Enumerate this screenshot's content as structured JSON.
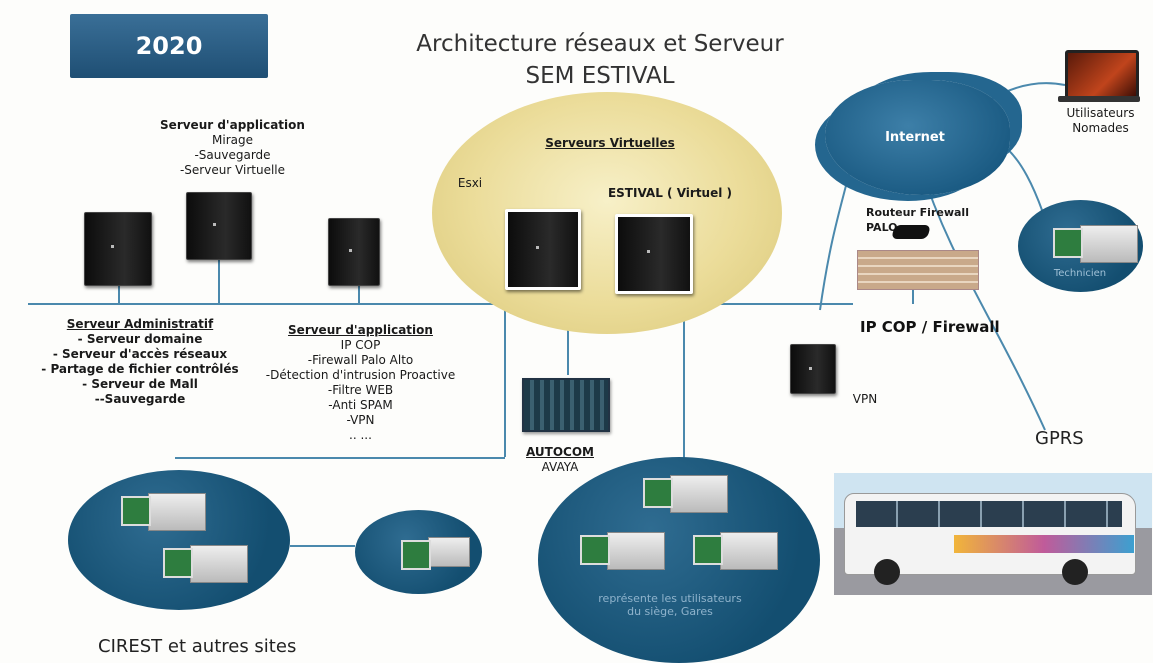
{
  "year": "2020",
  "title": {
    "line1": "Architecture réseaux et Serveur",
    "line2": "SEM ESTIVAL"
  },
  "app_server_top": {
    "title": "Serveur d'application",
    "items": [
      "Mirage",
      "-Sauvegarde",
      "-Serveur Virtuelle"
    ]
  },
  "virtual": {
    "title": "Serveurs Virtuelles",
    "esxi": "Esxi",
    "estival": "ESTIVAL ( Virtuel )"
  },
  "internet": "Internet",
  "nomades": {
    "line1": "Utilisateurs",
    "line2": "Nomades"
  },
  "routeur": {
    "line1": "Routeur Firewall",
    "line2": "PALO"
  },
  "technicien": "Technicien",
  "admin_server": {
    "title": "Serveur Administratif",
    "items": [
      "- Serveur domaine",
      "- Serveur d'accès réseaux",
      "- Partage de fichier contrôlés",
      "- Serveur de Mall",
      "--Sauvegarde"
    ]
  },
  "app_server_mid": {
    "title": "Serveur d'application",
    "items": [
      "IP COP",
      "-Firewall Palo Alto",
      "-Détection d'intrusion Proactive",
      "-Filtre WEB",
      "-Anti SPAM",
      "-VPN",
      ".. ..."
    ]
  },
  "ipcop": "IP COP / Firewall",
  "vpn": "VPN",
  "gprs": "GPRS",
  "autocom": {
    "title": "AUTOCOM",
    "sub": "AVAYA"
  },
  "users_site": {
    "line1": "représente les utilisateurs",
    "line2": "du siège, Gares"
  },
  "cirest": "CIREST et autres sites"
}
